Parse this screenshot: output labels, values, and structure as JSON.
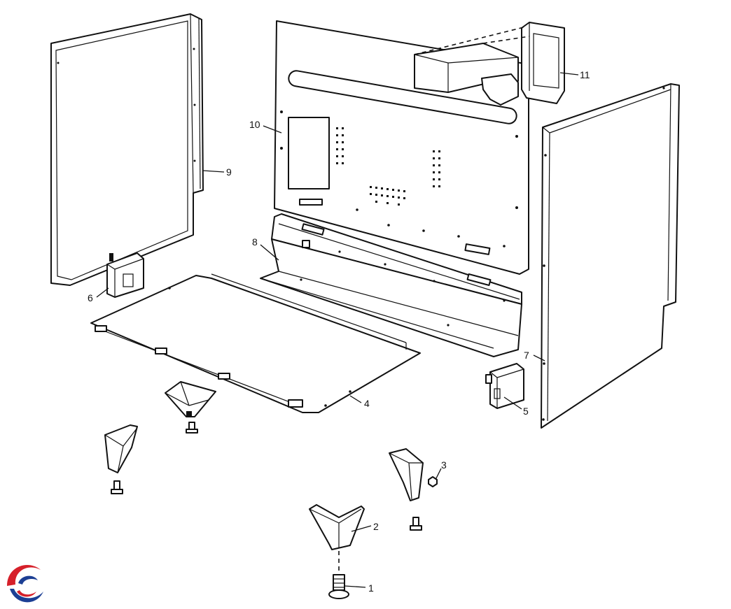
{
  "callouts": [
    {
      "id": "1",
      "label": "1"
    },
    {
      "id": "2",
      "label": "2"
    },
    {
      "id": "3",
      "label": "3"
    },
    {
      "id": "4",
      "label": "4"
    },
    {
      "id": "5",
      "label": "5"
    },
    {
      "id": "6",
      "label": "6"
    },
    {
      "id": "7",
      "label": "7"
    },
    {
      "id": "8",
      "label": "8"
    },
    {
      "id": "9",
      "label": "9"
    },
    {
      "id": "10",
      "label": "10"
    },
    {
      "id": "11",
      "label": "11"
    }
  ],
  "logo": {
    "name": "brand-swirl-logo",
    "colors": [
      "#d6202a",
      "#1c3f94"
    ]
  }
}
